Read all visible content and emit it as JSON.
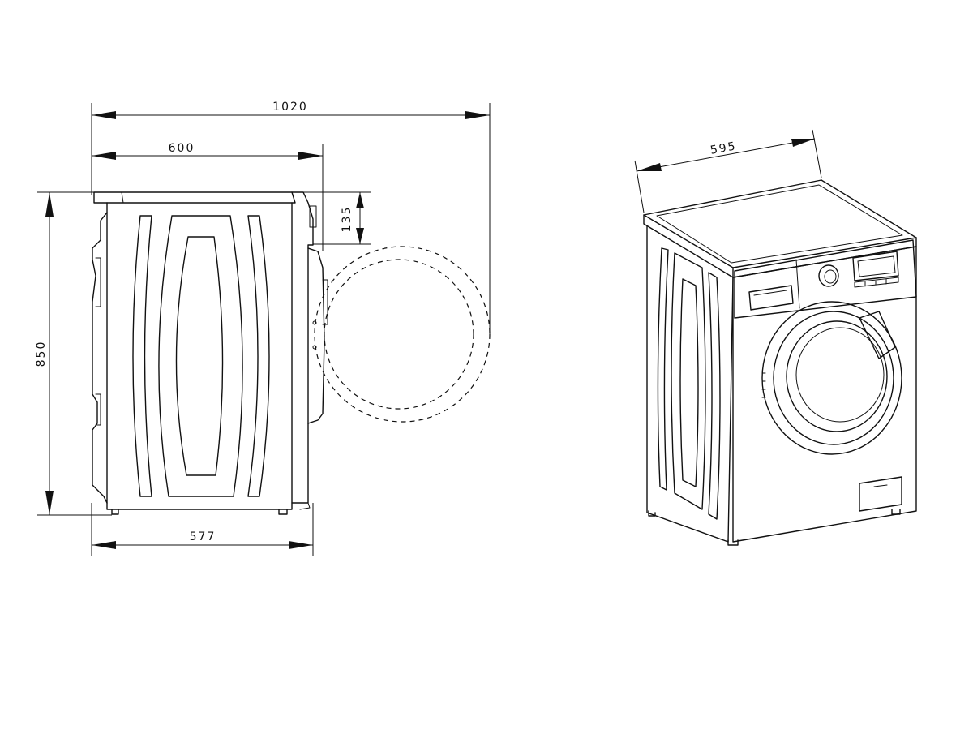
{
  "dimensions": {
    "total_depth_with_door": "1020",
    "body_depth": "600",
    "height": "850",
    "control_panel_offset": "135",
    "base_depth": "577",
    "width": "595"
  },
  "colors": {
    "line": "#111111",
    "background": "#ffffff"
  }
}
